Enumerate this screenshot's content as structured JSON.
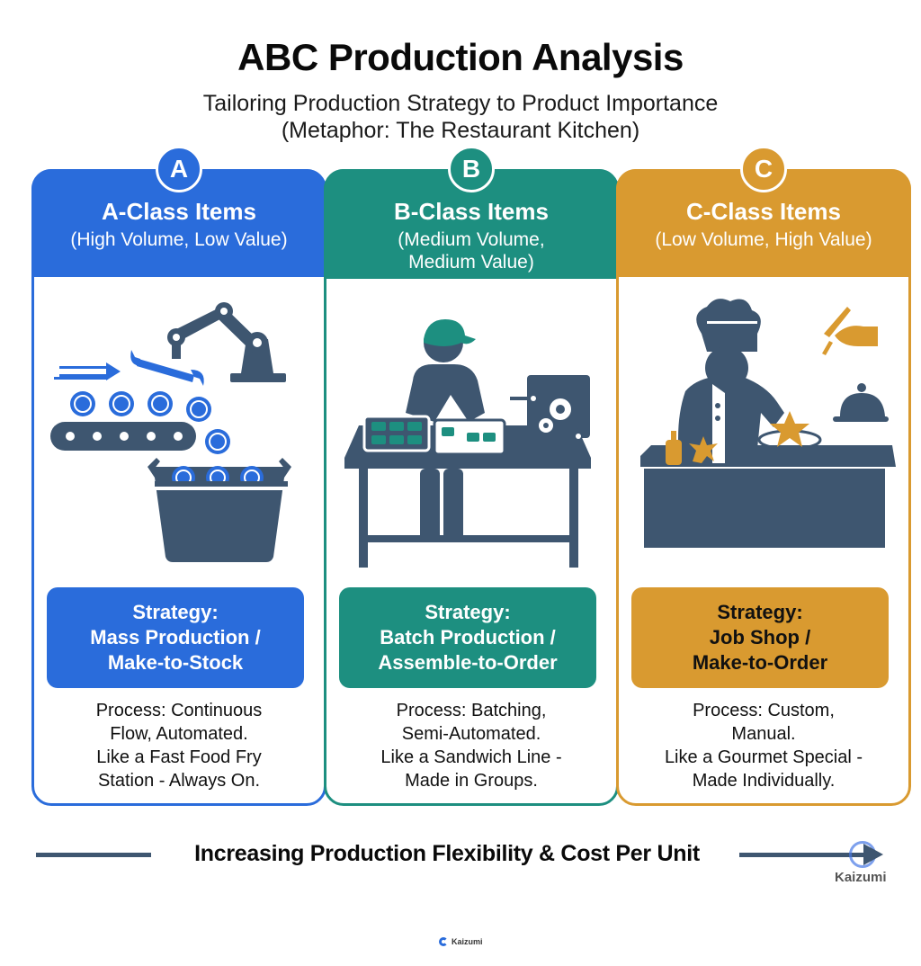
{
  "header": {
    "title": "ABC Production Analysis",
    "subtitle_line1": "Tailoring Production Strategy to Product Importance",
    "subtitle_line2": "(Metaphor: The Restaurant Kitchen)"
  },
  "colors": {
    "a_blue": "#2a6cdb",
    "b_teal": "#1d8f80",
    "c_gold": "#d99a30",
    "icon_slate": "#3e5670"
  },
  "cards": [
    {
      "badge": "A",
      "title": "A-Class Items",
      "subtitle_lines": [
        "(High Volume, Low Value)"
      ],
      "illustration": "robot-arm-conveyor-belt",
      "strategy_lines": [
        "Strategy:",
        "Mass Production /",
        "Make-to-Stock"
      ],
      "process_lines": [
        "Process: Continuous",
        "Flow, Automated.",
        "Like a Fast Food Fry",
        "Station - Always On."
      ]
    },
    {
      "badge": "B",
      "title": "B-Class Items",
      "subtitle_lines": [
        "(Medium Volume,",
        "Medium Value)"
      ],
      "illustration": "worker-at-batch-table",
      "strategy_lines": [
        "Strategy:",
        "Batch Production /",
        "Assemble-to-Order"
      ],
      "process_lines": [
        "Process: Batching,",
        "Semi-Automated.",
        "Like a Sandwich Line -",
        "Made in Groups."
      ]
    },
    {
      "badge": "C",
      "title": "C-Class Items",
      "subtitle_lines": [
        "(Low Volume, High Value)"
      ],
      "illustration": "chef-plating-dish",
      "strategy_lines": [
        "Strategy:",
        "Job Shop /",
        "Make-to-Order"
      ],
      "process_lines": [
        "Process: Custom,",
        "Manual.",
        "Like a Gourmet Special -",
        "Made Individually."
      ]
    }
  ],
  "axis": {
    "label": "Increasing Production Flexibility & Cost Per Unit"
  },
  "watermark": {
    "corner_text": "Kaizumi",
    "footer_text": "Kaizumi"
  }
}
